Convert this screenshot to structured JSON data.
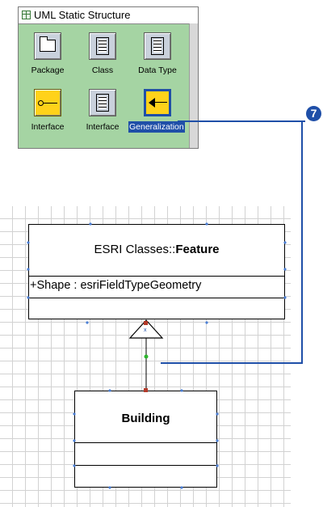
{
  "palette": {
    "title": "UML Static Structure",
    "tools": [
      {
        "label": "Package",
        "icon": "package-icon"
      },
      {
        "label": "Class",
        "icon": "class-icon"
      },
      {
        "label": "Data Type",
        "icon": "data-type-icon"
      },
      {
        "label": "Interface",
        "icon": "interface-lollipop-icon"
      },
      {
        "label": "Interface",
        "icon": "interface-class-icon"
      },
      {
        "label": "Generalization",
        "icon": "generalization-arrow-icon",
        "selected": true
      }
    ]
  },
  "callout": {
    "number": "7"
  },
  "diagram": {
    "superclass": {
      "name_prefix": "ESRI Classes::",
      "name_bold": "Feature",
      "attribute": "+Shape : esriFieldTypeGeometry"
    },
    "subclass": {
      "name": "Building"
    }
  },
  "colors": {
    "palette_bg": "#a5d4a3",
    "selection": "#1f4fa8",
    "tool_yellow": "#ffd21a"
  }
}
